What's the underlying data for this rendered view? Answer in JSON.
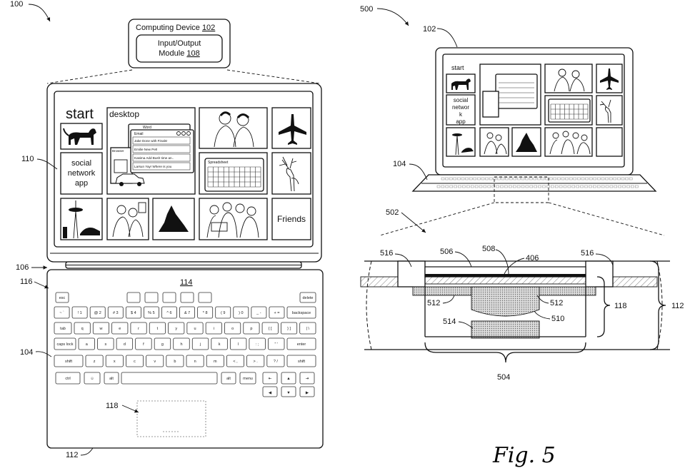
{
  "refs": {
    "fig100": "100",
    "fig500": "500",
    "device": "102",
    "module": "108",
    "display": "110",
    "hinge": "106",
    "keyboard_area": "114",
    "keys": "116",
    "keyboard": "104",
    "trackpad": "118",
    "base": "112",
    "magnified": "502",
    "key_cap": "506",
    "layer508": "508",
    "layer406": "406",
    "frame516": "516",
    "spacer512": "512",
    "contact510": "510",
    "contact514": "514",
    "stack504": "504"
  },
  "labels": {
    "computing_device": "Computing Device",
    "io_module_line1": "Input/Output",
    "io_module_line2": "Module",
    "start": "start",
    "desktop": "desktop",
    "social_line1": "social",
    "social_line2": "network",
    "social_line3": "app",
    "friends": "Friends",
    "word": "Word",
    "email": "Email",
    "browser": "Browser",
    "spreadsheet": "Spreadsheet",
    "email_rows": [
      "Jake    Done with Finals!",
      "Emilie   New Pet!",
      "Kasima   Add Bush time an..",
      "Larsun   Yay! Where is you"
    ],
    "small_start": "start",
    "small_social_line1": "social",
    "small_social_line2": "networ",
    "small_social_line3": "k",
    "small_social_line4": "app",
    "fig_caption": "Fig. 5"
  },
  "keyboard_rows": [
    [
      "esc",
      "",
      "",
      "",
      "",
      "",
      "",
      "",
      "",
      "",
      "",
      "",
      "delete"
    ],
    [
      "~ `",
      "! 1",
      "@ 2",
      "# 3",
      "$ 4",
      "% 5",
      "^ 6",
      "& 7",
      "* 8",
      "( 9",
      ") 0",
      "_ -",
      "+ =",
      "backspace"
    ],
    [
      "tab",
      "q",
      "w",
      "e",
      "r",
      "t",
      "y",
      "u",
      "i",
      "o",
      "p",
      "{ [",
      "} ]",
      "| \\"
    ],
    [
      "caps lock",
      "a",
      "s",
      "d",
      "f",
      "g",
      "h",
      "j",
      "k",
      "l",
      ": ;",
      "\" '",
      "enter"
    ],
    [
      "shift",
      "z",
      "x",
      "c",
      "v",
      "b",
      "n",
      "m",
      "< ,",
      "> .",
      "? /",
      "shift"
    ],
    [
      "ctrl",
      "☺",
      "alt",
      "",
      "alt",
      "menu",
      "⇤",
      "▲",
      "⇥"
    ]
  ],
  "arrow_keys": [
    "◀",
    "▼",
    "▶"
  ]
}
